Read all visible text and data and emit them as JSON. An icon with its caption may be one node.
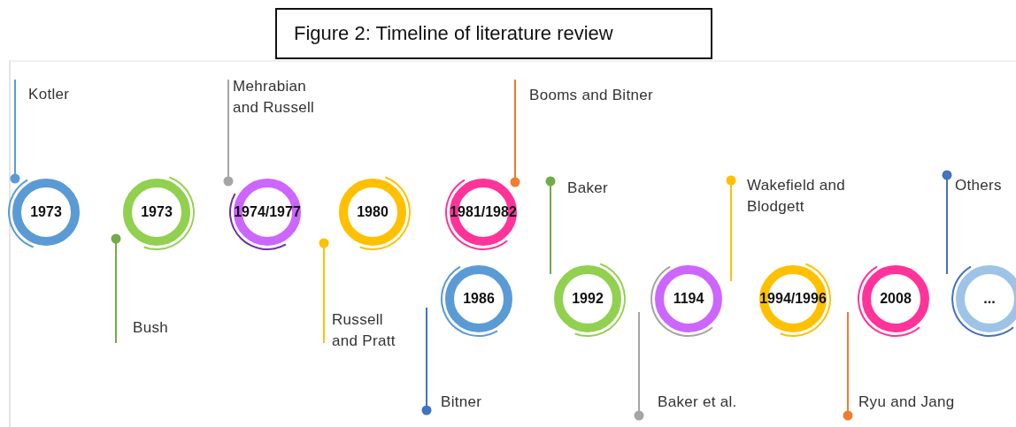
{
  "diagram": {
    "title": "Figure 2: Timeline of literature review",
    "nodes": [
      {
        "text": [
          "1973"
        ]
      },
      {
        "text": [
          "1973"
        ]
      },
      {
        "text": [
          "1974/1977"
        ]
      },
      {
        "text": [
          "1980"
        ]
      },
      {
        "text": [
          "1981/1982"
        ]
      },
      {
        "text": [
          "1986"
        ]
      },
      {
        "text": [
          "1992"
        ]
      },
      {
        "text": [
          "1194"
        ]
      },
      {
        "text": [
          "1994/1996"
        ]
      },
      {
        "text": [
          "2008"
        ]
      },
      {
        "text": [
          "..."
        ]
      }
    ],
    "labels": [
      "Kotler",
      "Bush",
      "Mehrabian and Russell",
      "Russell and Pratt",
      "Booms and Bitner",
      "Bitner",
      "Baker",
      "Baker et al.",
      "Wakefield and Blodgett",
      "Ryu and Jang",
      "Others"
    ]
  }
}
